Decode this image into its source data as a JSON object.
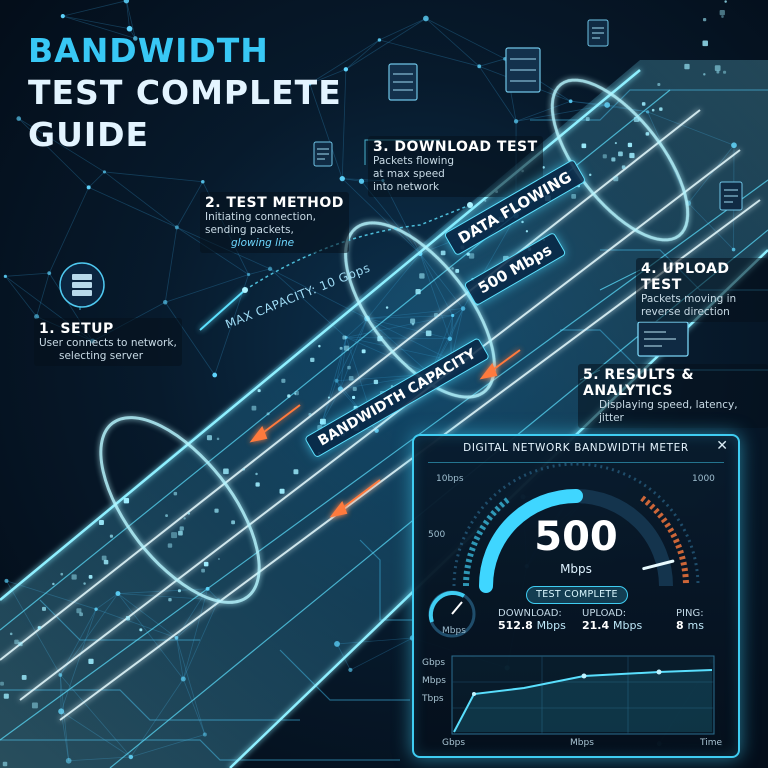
{
  "title": {
    "line1": "BANDWIDTH",
    "line2": "TEST COMPLETE",
    "line3": "GUIDE"
  },
  "steps": [
    {
      "heading": "1. SETUP",
      "lines": [
        "User connects to network,",
        "selecting server"
      ]
    },
    {
      "heading": "2. TEST METHOD",
      "lines": [
        "Initiating connection,",
        "sending packets,"
      ],
      "emphasis": "glowing line"
    },
    {
      "heading": "3. DOWNLOAD TEST",
      "lines": [
        "Packets flowing",
        "at max speed",
        "into network"
      ]
    },
    {
      "heading": "4. UPLOAD TEST",
      "lines": [
        "Packets moving in",
        "reverse direction"
      ]
    },
    {
      "heading": "5. RESULTS & ANALYTICS",
      "lines": [
        "Displaying speed, latency,",
        "jitter"
      ]
    }
  ],
  "tube": {
    "capacity_note": "MAX CAPACITY: 10 Gbps",
    "flow_label": "DATA FLOWING",
    "speed_label": "500 Mbps",
    "capacity_label": "BANDWIDTH CAPACITY"
  },
  "meter": {
    "title": "DIGITAL NETWORK BANDWIDTH METER",
    "close_symbol": "✕",
    "gauge": {
      "value": "500",
      "unit": "Mbps",
      "level_fraction": 0.5,
      "ticks": {
        "top_left": "10bps",
        "left": "500",
        "right": "1000"
      },
      "mini_gauge_label": "Mbps"
    },
    "status": "TEST COMPLETE",
    "stats": [
      {
        "label": "DOWNLOAD:",
        "value": "512.8",
        "unit": "Mbps"
      },
      {
        "label": "UPLOAD:",
        "value": "21.4",
        "unit": "Mbps"
      },
      {
        "label": "PING:",
        "value": "8",
        "unit": "ms"
      }
    ],
    "graph": {
      "y_labels": [
        "Gbps",
        "Mbps",
        "Tbps"
      ],
      "x_labels": [
        "Gbps",
        "Mbps",
        "Time"
      ]
    }
  },
  "colors": {
    "accent": "#3fcdf2",
    "tube_glow": "#5ce1ff",
    "arrow": "#ff7a3d",
    "background": "#071a2c"
  },
  "icons": [
    "server-icon",
    "document-icon",
    "network-node-icon",
    "database-icon"
  ]
}
